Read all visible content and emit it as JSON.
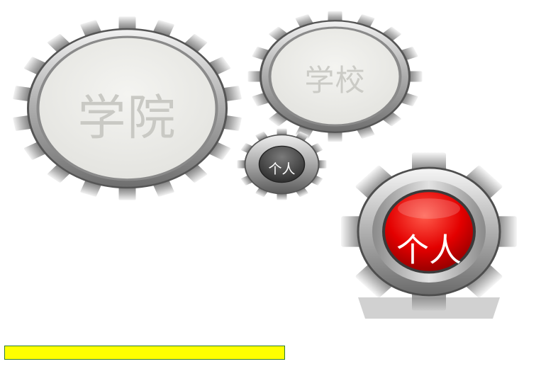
{
  "gears": {
    "large": {
      "label": "学院",
      "face_color": "#ededea",
      "text_color": "#c9c9c4"
    },
    "medium": {
      "label": "学校",
      "face_color": "#ededea",
      "text_color": "#cbcbc6"
    },
    "small": {
      "label": "个人",
      "face_color": "#555555",
      "text_color": "#ffffff"
    },
    "red": {
      "label": "个人",
      "face_color": "#e00000",
      "text_color": "#ffffff"
    }
  },
  "caption": {
    "background": "#ffff00",
    "border": "#2f7d2f"
  }
}
